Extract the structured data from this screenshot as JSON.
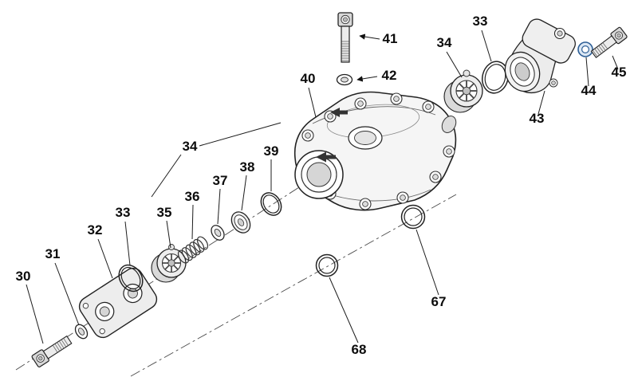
{
  "figure": {
    "type": "exploded-parts-diagram",
    "subject": "pump-head-assembly",
    "background_color": "#ffffff",
    "line_color": "#1c1c1c",
    "accent_color": "#2e5f96",
    "labels": [
      {
        "text": "30",
        "part": "socket-bolt"
      },
      {
        "text": "31",
        "part": "washer"
      },
      {
        "text": "32",
        "part": "inlet-fitting"
      },
      {
        "text": "33",
        "part": "o-ring"
      },
      {
        "text": "34",
        "part": "valve-assembly"
      },
      {
        "text": "35",
        "part": "valve-cartridge"
      },
      {
        "text": "36",
        "part": "spring"
      },
      {
        "text": "37",
        "part": "washer"
      },
      {
        "text": "38",
        "part": "seal-ring"
      },
      {
        "text": "39",
        "part": "o-ring"
      },
      {
        "text": "40",
        "part": "pump-head-body"
      },
      {
        "text": "41",
        "part": "socket-bolt"
      },
      {
        "text": "42",
        "part": "washer"
      },
      {
        "text": "34",
        "part": "valve-assembly"
      },
      {
        "text": "33",
        "part": "o-ring"
      },
      {
        "text": "43",
        "part": "outlet-fitting"
      },
      {
        "text": "44",
        "part": "washer"
      },
      {
        "text": "45",
        "part": "socket-bolt"
      },
      {
        "text": "67",
        "part": "o-ring"
      },
      {
        "text": "68",
        "part": "o-ring"
      }
    ]
  }
}
